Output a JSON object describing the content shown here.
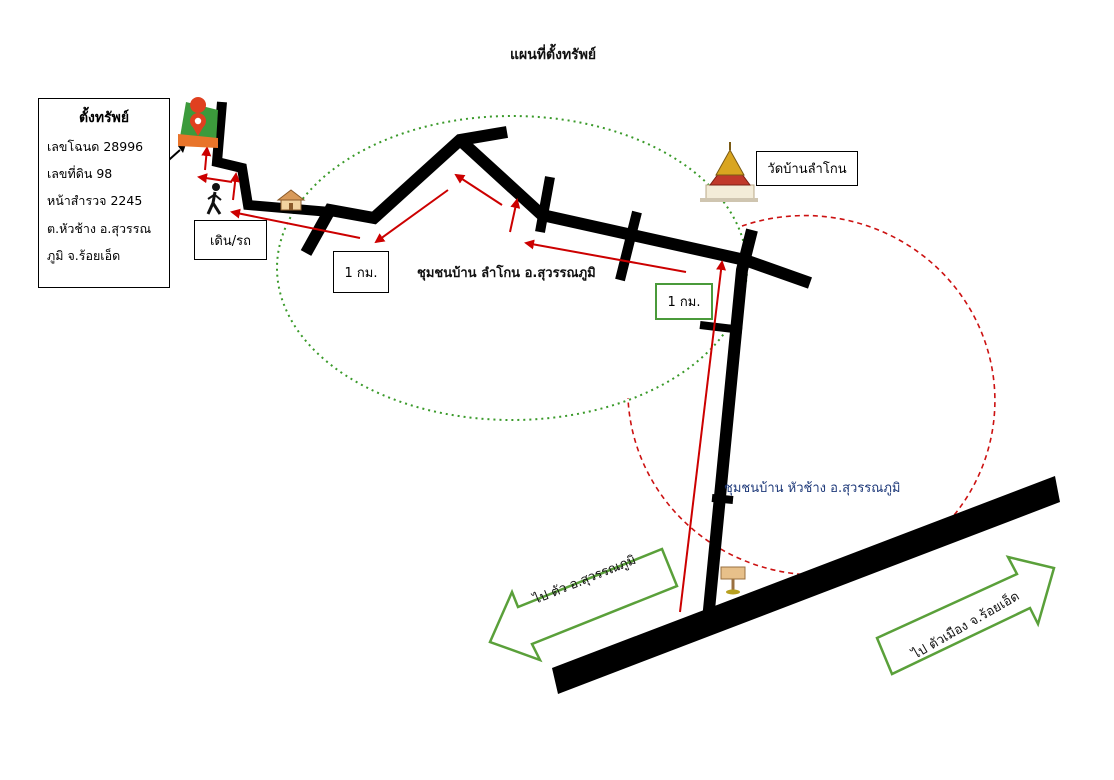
{
  "title": "แผนที่ตั้งทรัพย์",
  "property_box": {
    "heading": "ตั้งทรัพย์",
    "lines": [
      "เลขโฉนด 28996",
      "เลขที่ดิน 98",
      "หน้าสำรวจ 2245",
      " ต.หัวช้าง  อ.สุวรรณ",
      "ภูมิ  จ.ร้อยเอ็ด"
    ]
  },
  "labels": {
    "walk_drive": "เดิน/รถ",
    "distance_1": "1 กม.",
    "distance_2": "1 กม.",
    "community_lamkon": "ชุมชนบ้าน ลำโกน อ.สุวรรณภูมิ",
    "temple": "วัดบ้านลำโกน",
    "community_huachang": "ชุมชนบ้าน หัวช้าง อ.สุวรรณภูมิ",
    "to_suwannaphum": "ไป ตัว อ.สุวรรณภูมิ",
    "to_roiet": "ไป ตัวเมือง จ.ร้อยเอ็ด"
  },
  "colors": {
    "road": "#000000",
    "route_arrow": "#cc0000",
    "lamkon_circle": "#3a9a2a",
    "huachang_circle": "#cc1111",
    "direction_arrow": "#5aa03a",
    "property_marker": "#e04020"
  },
  "icons": [
    "map-pin-icon",
    "pedestrian-icon",
    "house-icon",
    "temple-icon",
    "signpost-icon"
  ]
}
